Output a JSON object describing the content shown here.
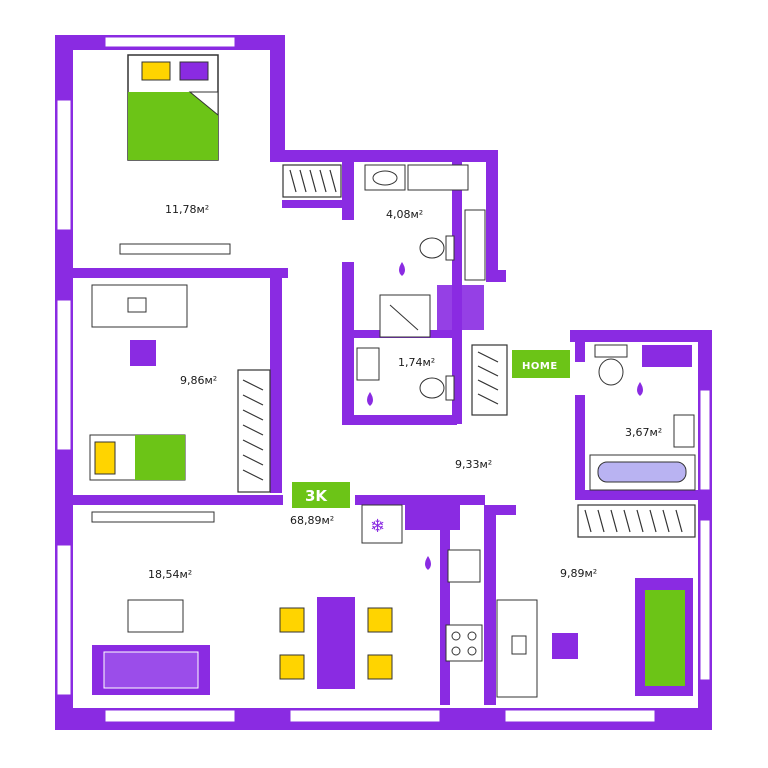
{
  "colors": {
    "wall": "#8a2be2",
    "accent_green": "#6cc417",
    "accent_yellow": "#ffd400",
    "fixture_stroke": "#555555",
    "drop": "#8a2be2"
  },
  "apartment": {
    "type_label": "3K",
    "total_area": "68,89м²"
  },
  "rooms": [
    {
      "id": "bedroom-1",
      "area": "11,78м²"
    },
    {
      "id": "bathroom-1",
      "area": "4,08м²"
    },
    {
      "id": "wc",
      "area": "1,74м²"
    },
    {
      "id": "bedroom-2",
      "area": "9,86м²"
    },
    {
      "id": "hall",
      "area": "9,33м²"
    },
    {
      "id": "bathroom-2",
      "area": "3,67м²"
    },
    {
      "id": "living-kitchen",
      "area": "18,54м²"
    },
    {
      "id": "bedroom-3",
      "area": "9,89м²"
    }
  ],
  "labels": {
    "home_sign": "HOME"
  },
  "icons": [
    "water-drop-icon",
    "snowflake-icon",
    "stove-icon",
    "bed-icon",
    "sofa-icon",
    "toilet-icon",
    "bathtub-icon",
    "sink-icon",
    "shower-icon",
    "wardrobe-icon"
  ]
}
